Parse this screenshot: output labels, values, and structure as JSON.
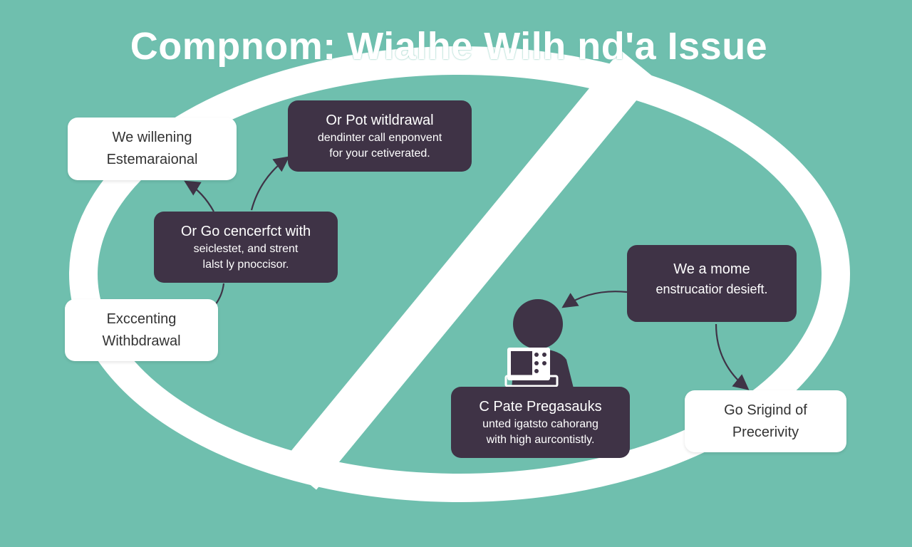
{
  "title": "Compnom: Wialhe Wilh  nd'a Issue",
  "colors": {
    "background": "#6fbfae",
    "dark_box": "#3f3346",
    "ring": "#ffffff"
  },
  "boxes": {
    "top_left": {
      "lines": [
        "We willening",
        "Estemaraional"
      ]
    },
    "top_center": {
      "heading": "Or Pot witldrawal",
      "lines": [
        "dendinter call enponvent",
        "for your cetiverated."
      ]
    },
    "middle_left": {
      "heading": "Or Go cencerfct with",
      "lines": [
        "seiclestet, and strent",
        "lalst ly pnoccisor."
      ]
    },
    "bottom_left": {
      "lines": [
        "Exccenting",
        "Withbdrawal"
      ]
    },
    "right_middle": {
      "heading": "We a mome",
      "lines": [
        "enstrucatior desieft."
      ]
    },
    "bottom_center": {
      "heading": "C Pate Pregasauks",
      "lines": [
        "unted igatsto cahorang",
        "with high aurcontistly."
      ]
    },
    "bottom_right": {
      "lines": [
        "Go Srigind of",
        "Precerivity"
      ]
    }
  }
}
